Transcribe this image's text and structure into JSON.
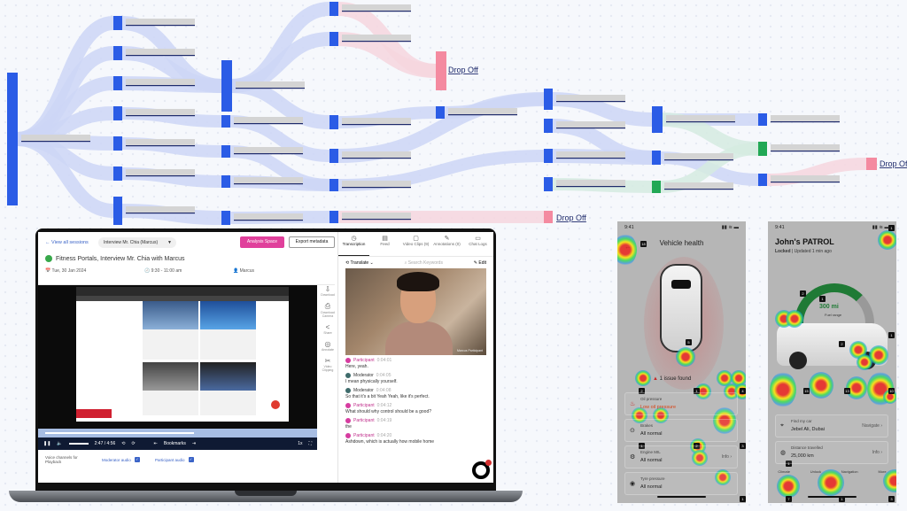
{
  "sankey": {
    "drop_off_label": "Drop Off",
    "colors": {
      "node": "#2b5ce6",
      "flow": "#ccd6f6",
      "drop": "#f48aa0",
      "drop_flow": "#f6d6de",
      "success": "#22a855",
      "success_flow": "#d5ebe0"
    }
  },
  "laptop": {
    "header": {
      "back_label": "View all sessions",
      "session_select": "Interview Mr. Chia (Marcus)",
      "analysis_button": "Analysis Space",
      "export_button": "Export metadata",
      "title": "Fitness Portals, Interview Mr. Chia with Marcus",
      "date": "Tue, 30 Jan 2024",
      "time": "9:30 - 11:00 am",
      "user": "Marcus"
    },
    "player": {
      "time": "2:47 / 4:56",
      "bookmarks_label": "Bookmarks",
      "speed": "1x",
      "progress_fraction": 0.56
    },
    "voice": {
      "label": "Voice channels for Playback",
      "moderator_audio": "Moderator audio",
      "participant_audio": "Participant audio"
    },
    "side_tools": [
      "Download",
      "Download Camera",
      "Share",
      "Annotate",
      "Video Clipping"
    ],
    "tabs": [
      "Transcription",
      "Feed",
      "Video Clips (9)",
      "Annotations (0)",
      "Chat Logs"
    ],
    "toolbar": {
      "translate": "Translate",
      "search_placeholder": "Search Keywords",
      "edit": "Edit"
    },
    "webcam_label": "Marcus Participant",
    "transcript": [
      {
        "speaker": "Participant",
        "time": "0:04:01",
        "text": "Here, yeah."
      },
      {
        "speaker": "Moderator",
        "time": "0:04:05",
        "text": "I mean physically yourself."
      },
      {
        "speaker": "Moderator",
        "time": "0:04:08",
        "text": "So that it's a bit Yeah Yeah, like it's perfect."
      },
      {
        "speaker": "Participant",
        "time": "0:04:12",
        "text": "What should why control should be a good?"
      },
      {
        "speaker": "Participant",
        "time": "0:04:19",
        "text": "the"
      },
      {
        "speaker": "Participant",
        "time": "0:04:20",
        "text": "Ashdown, which is actually how mobile home"
      }
    ]
  },
  "phone1": {
    "time": "9:41",
    "title": "Vehicle health",
    "issue": "1 issue found",
    "rows": [
      {
        "label": "Oil pressure",
        "value": "Low oil pressure",
        "icon": "oil-icon"
      },
      {
        "label": "Brakes",
        "value": "All normal",
        "icon": "brake-icon"
      },
      {
        "label": "Engine MIL",
        "value": "All normal",
        "icon": "engine-icon",
        "info": "Info"
      },
      {
        "label": "Tyre pressure",
        "value": "All normal",
        "icon": "tyre-icon"
      }
    ],
    "counts": [
      "18",
      "2",
      "1",
      "4",
      "1",
      "2",
      "3",
      "1",
      "5"
    ]
  },
  "phone2": {
    "time": "9:41",
    "title": "John's PATROL",
    "status_bold": "Locked",
    "status": "| Updated 1 min ago",
    "fuel": "300 mi",
    "fuel_label": "Fuel range",
    "rows": [
      {
        "label": "Find my car",
        "value": "Jebel Ali, Dubai",
        "icon": "location-icon",
        "info": "Navigate"
      },
      {
        "label": "Distance travelled",
        "value": "25,000 km",
        "icon": "speedometer-icon",
        "info": "Info"
      }
    ],
    "nav": [
      "Climate",
      "Unlock",
      "Navigation",
      "More"
    ],
    "counts": [
      "1",
      "2",
      "1",
      "2",
      "15",
      "13",
      "10",
      "1",
      "1",
      "7",
      "1",
      "3"
    ]
  }
}
